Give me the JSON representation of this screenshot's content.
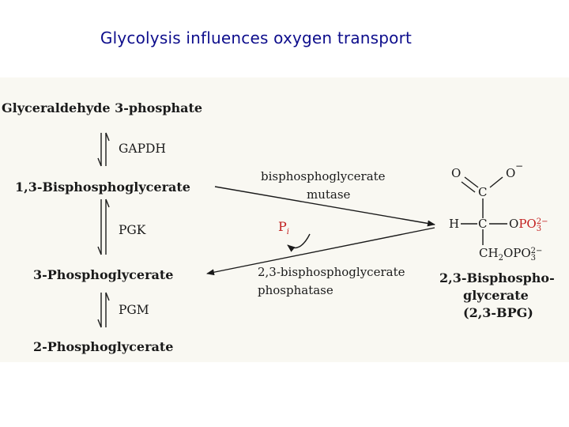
{
  "slide": {
    "title": "Glycolysis influences oxygen transport"
  },
  "pathway": {
    "metabolites": {
      "g3p": "Glyceraldehyde 3-phosphate",
      "bpg13": "1,3-Bisphosphoglycerate",
      "pg3": "3-Phosphoglycerate",
      "pg2": "2-Phosphoglycerate"
    },
    "enzymes": {
      "gapdh": "GAPDH",
      "pgk": "PGK",
      "pgm": "PGM"
    },
    "shunt": {
      "mutase_line1": "bisphosphoglycerate",
      "mutase_line2": "mutase",
      "phosphatase_line1": "2,3-bisphosphoglycerate",
      "phosphatase_line2": "phosphatase",
      "pi_main": "P",
      "pi_sub": "i"
    }
  },
  "product": {
    "name_line1": "2,3-Bisphospho-",
    "name_line2": "glycerate",
    "name_line3": "(2,3-BPG)",
    "structure": {
      "o_left": "O",
      "o_right": "O",
      "minus_top": "−",
      "c_top": "C",
      "h": "H",
      "c_mid": "C",
      "o_ester": "O",
      "po3": "PO",
      "po3_sub": "3",
      "po3_charge": "2−",
      "ch2": "CH",
      "ch2_sub": "2",
      "opo": "OPO",
      "opo_sup": "2−",
      "opo_sub": "3"
    }
  },
  "colors": {
    "title": "#0d0d8c",
    "highlight": "#c21f1f",
    "background_figure": "#f9f8f2"
  }
}
